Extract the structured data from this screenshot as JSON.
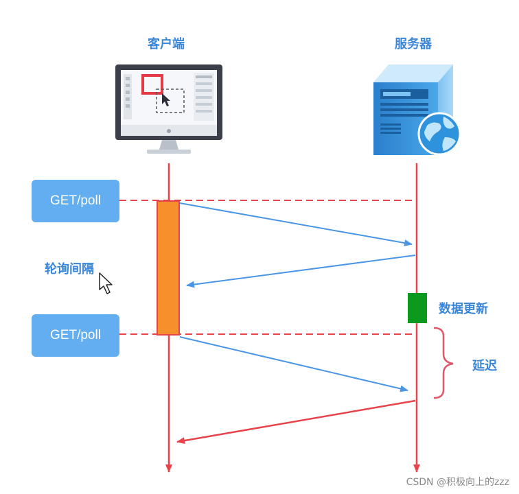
{
  "participants": {
    "client": {
      "label": "客户端"
    },
    "server": {
      "label": "服务器"
    }
  },
  "requests": [
    {
      "label": "GET/poll"
    },
    {
      "label": "GET/poll"
    }
  ],
  "annotations": {
    "poll_interval": "轮询间隔",
    "data_update": "数据更新",
    "delay": "延迟"
  },
  "colors": {
    "lifeline": "#e8434a",
    "request_arrow": "#4a95e6",
    "response_arrow": "#e8434a",
    "interval_box": "#f6902c",
    "update_box": "#0b9a1e",
    "request_button": "#62aef0",
    "label_text": "#3a86d8"
  },
  "icons": {
    "client": "desktop-monitor-icon",
    "server": "server-tower-globe-icon",
    "cursor": "mouse-pointer-icon"
  },
  "watermark": "CSDN @积极向上的zzz"
}
